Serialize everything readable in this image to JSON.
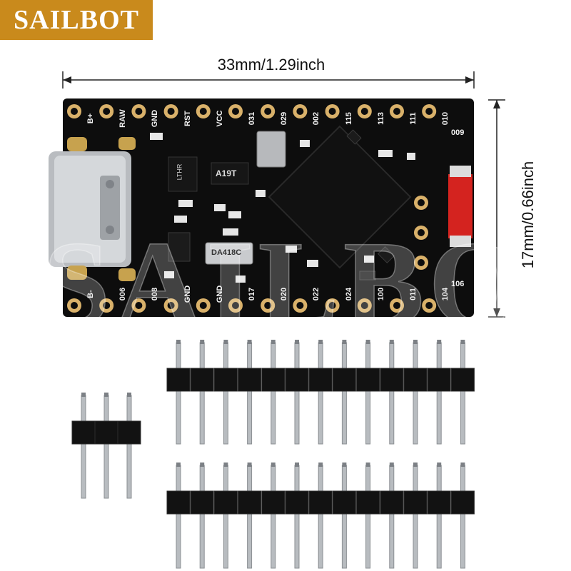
{
  "brand": {
    "text": "SAILBOT",
    "bg_color": "#c98a1c"
  },
  "watermark": "SAILBOT",
  "dimensions": {
    "width_label": "33mm/1.29inch",
    "height_label": "17mm/0.66inch"
  },
  "board": {
    "top_pins": [
      "B+",
      "RAW",
      "GND",
      "RST",
      "VCC",
      "031",
      "029",
      "002",
      "115",
      "113",
      "111",
      "010"
    ],
    "bottom_pins": [
      "B-",
      "006",
      "008",
      "GND",
      "GND",
      "017",
      "020",
      "022",
      "024",
      "100",
      "011",
      "104"
    ],
    "side_labels": [
      "009",
      "106"
    ],
    "chip_markings": [
      "A19T",
      "LTHR",
      "DA418C"
    ],
    "pcb_color": "#0d0d0d",
    "pad_color": "#d9b16a"
  },
  "headers": {
    "long_header_pins": 13,
    "short_header_pins": 3
  }
}
